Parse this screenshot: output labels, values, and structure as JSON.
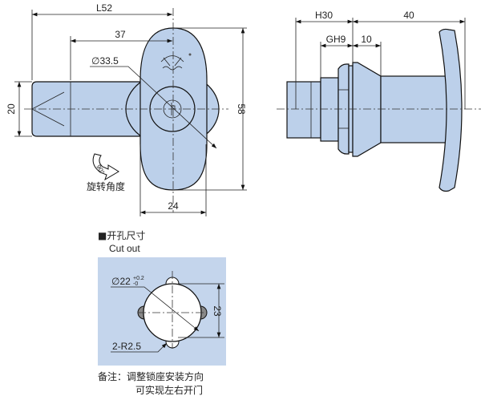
{
  "front_view": {
    "dim_length": "L52",
    "dim_37": "37",
    "dim_diameter": "∅33.5",
    "dim_height": "20",
    "dim_total": "58",
    "dim_width": "24",
    "rotation_angle": "90°",
    "rotation_label": "旋转角度"
  },
  "side_view": {
    "dim_h": "H30",
    "dim_40": "40",
    "dim_gh": "GH9",
    "dim_10": "10"
  },
  "cutout": {
    "title_cn": "■开孔尺寸",
    "title_en": "Cut out",
    "dim_diameter": "∅22",
    "tol_upper": "+0.2",
    "tol_lower": "-0",
    "dim_23": "23",
    "dim_radius": "2-R2.5"
  },
  "note": {
    "line1": "备注：调整锁座安装方向",
    "line2": "可实现左右开门"
  },
  "colors": {
    "part": "#bcd0ea",
    "cutout_bg": "#c4d5ec"
  }
}
